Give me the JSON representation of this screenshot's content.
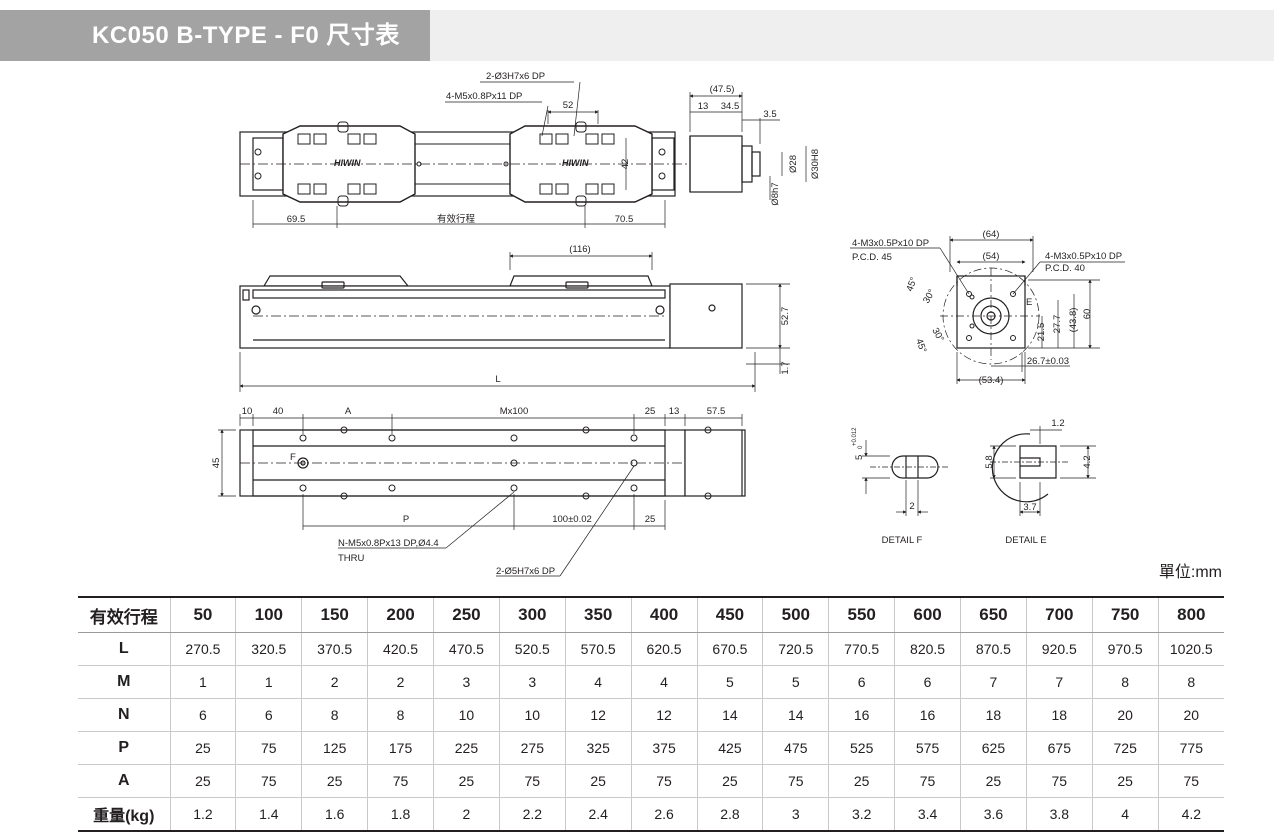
{
  "header": {
    "title": "KC050 B-TYPE - F0 尺寸表"
  },
  "drawing": {
    "top_view": {
      "callout_pin": "2-Ø3H7x6 DP",
      "callout_tap": "4-M5x0.8Px11 DP",
      "dim_52": "52",
      "dim_42": "42",
      "dim_left": "69.5",
      "dim_stroke": "有效行程",
      "dim_right": "70.5",
      "logo_text": "HIWIN",
      "dim_47_5": "(47.5)",
      "dim_13": "13",
      "dim_34_5": "34.5",
      "dim_3_5": "3.5",
      "dim_28": "Ø28",
      "dim_30h8": "Ø30H8",
      "dim_8h7": "Ø8h7"
    },
    "side_view": {
      "dim_116": "(116)",
      "dim_52_7": "52.7",
      "dim_1_7": "1.7",
      "dim_L": "L"
    },
    "bottom_view": {
      "dim_10": "10",
      "dim_40": "40",
      "dim_A": "A",
      "dim_Mx100": "Mx100",
      "dim_25a": "25",
      "dim_13": "13",
      "dim_57_5": "57.5",
      "dim_45": "45",
      "label_F": "F",
      "dim_P": "P",
      "dim_100": "100±0.02",
      "dim_25b": "25",
      "callout_thru_1": "N-M5x0.8Px13 DP,Ø4.4",
      "callout_thru_2": "THRU",
      "callout_pin2": "2-Ø5H7x6 DP"
    },
    "end_view": {
      "callout_left_1": "4-M3x0.5Px10 DP",
      "callout_left_2": "P.C.D. 45",
      "callout_right_1": "4-M3x0.5Px10 DP",
      "callout_right_2": "P.C.D. 40",
      "dim_64": "(64)",
      "dim_54": "(54)",
      "angle_45a": "45°",
      "angle_30a": "30°",
      "angle_30b": "30°",
      "angle_45b": "45°",
      "label_E": "E",
      "dim_21_5": "21.5",
      "dim_27_7": "27.7",
      "dim_43_8": "(43.8)",
      "dim_60": "60",
      "dim_26_7": "26.7±0.03",
      "dim_53_4": "(53.4)"
    },
    "detail_f": {
      "dim_5": "5",
      "tol_upper": "+0.012",
      "tol_lower": "0",
      "dim_2": "2",
      "caption": "DETAIL F"
    },
    "detail_e": {
      "dim_1_2": "1.2",
      "dim_5_8": "5.8",
      "dim_4_2": "4.2",
      "dim_3_7": "3.7",
      "caption": "DETAIL E"
    }
  },
  "unit_label": "單位:mm",
  "table": {
    "header_label": "有效行程",
    "strokes": [
      "50",
      "100",
      "150",
      "200",
      "250",
      "300",
      "350",
      "400",
      "450",
      "500",
      "550",
      "600",
      "650",
      "700",
      "750",
      "800"
    ],
    "rows": [
      {
        "label": "L",
        "values": [
          "270.5",
          "320.5",
          "370.5",
          "420.5",
          "470.5",
          "520.5",
          "570.5",
          "620.5",
          "670.5",
          "720.5",
          "770.5",
          "820.5",
          "870.5",
          "920.5",
          "970.5",
          "1020.5"
        ]
      },
      {
        "label": "M",
        "values": [
          "1",
          "1",
          "2",
          "2",
          "3",
          "3",
          "4",
          "4",
          "5",
          "5",
          "6",
          "6",
          "7",
          "7",
          "8",
          "8"
        ]
      },
      {
        "label": "N",
        "values": [
          "6",
          "6",
          "8",
          "8",
          "10",
          "10",
          "12",
          "12",
          "14",
          "14",
          "16",
          "16",
          "18",
          "18",
          "20",
          "20"
        ]
      },
      {
        "label": "P",
        "values": [
          "25",
          "75",
          "125",
          "175",
          "225",
          "275",
          "325",
          "375",
          "425",
          "475",
          "525",
          "575",
          "625",
          "675",
          "725",
          "775"
        ]
      },
      {
        "label": "A",
        "values": [
          "25",
          "75",
          "25",
          "75",
          "25",
          "75",
          "25",
          "75",
          "25",
          "75",
          "25",
          "75",
          "25",
          "75",
          "25",
          "75"
        ]
      },
      {
        "label": "重量(kg)",
        "values": [
          "1.2",
          "1.4",
          "1.6",
          "1.8",
          "2",
          "2.2",
          "2.4",
          "2.6",
          "2.8",
          "3",
          "3.2",
          "3.4",
          "3.6",
          "3.8",
          "4",
          "4.2"
        ]
      }
    ]
  }
}
